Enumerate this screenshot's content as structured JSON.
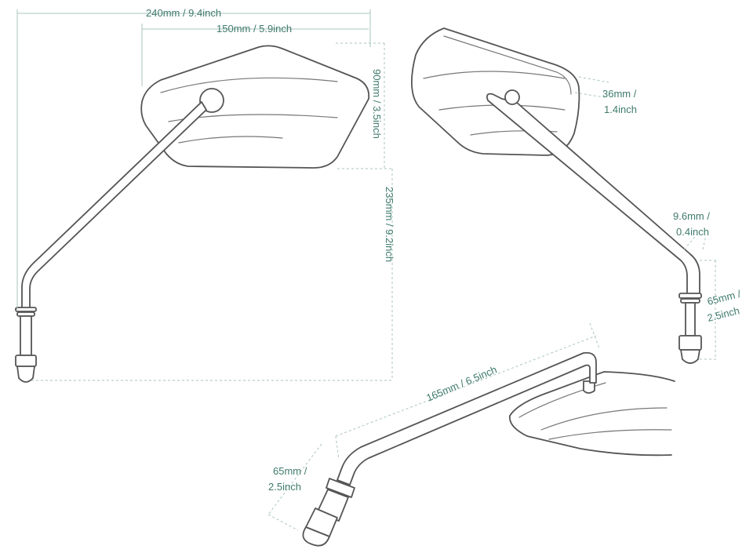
{
  "labels": {
    "width_total": "240mm / 9.4inch",
    "width_glass": "150mm / 5.9inch",
    "height_glass": "90mm / 3.5inch",
    "height_total": "235mm / 9.2inch",
    "depth_line1": "36mm /",
    "depth_line2": "1.4inch",
    "bolt_dia_line1": "9.6mm /",
    "bolt_dia_line2": "0.4inch",
    "thread_right_line1": "65mm /",
    "thread_right_line2": "2.5inch",
    "arm_length": "165mm / 6.5inch",
    "thread_bottom_line1": "65mm /",
    "thread_bottom_line2": "2.5inch"
  },
  "colors": {
    "outline": "#555555",
    "dimension_line": "#a9c6bd",
    "dimension_text": "#3f7a6c",
    "background": "#ffffff"
  }
}
